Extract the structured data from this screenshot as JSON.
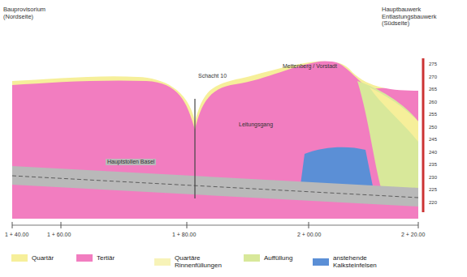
{
  "diagram": {
    "labels": [
      "Bauprovisorium (Nordseite)",
      "Hauptbauwerk Entlastungsbauwerk (Südseite)",
      "Schacht 10",
      "Leitungsgang",
      "Hauptstollen Basel",
      "Mettenberg / Vorstadt",
      "1 + 40.00",
      "1 + 60.00",
      "1 + 80.00",
      "2 + 00.00",
      "2 + 20.00",
      "275",
      "270",
      "265",
      "260",
      "255",
      "250",
      "245",
      "240",
      "235",
      "230",
      "225",
      "220"
    ],
    "legend": [
      {
        "text": "Quartär",
        "color": "#f6ef9a"
      },
      {
        "text": "Tertiär",
        "color": "#f27dc0"
      },
      {
        "text": "Quartäre Rinnenfüllungen",
        "color": "#f7f3b8"
      },
      {
        "text": "Auffüllung",
        "color": "#d8e89a"
      },
      {
        "text": "anstehende Kalksteinfelsen",
        "color": "#5b8fd6"
      }
    ]
  }
}
